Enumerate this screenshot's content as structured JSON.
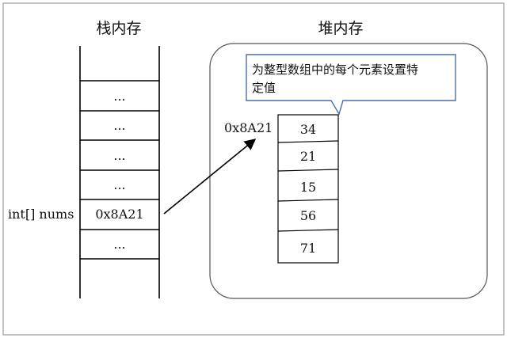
{
  "stack": {
    "title": "栈内存",
    "cells": [
      "...",
      "...",
      "...",
      "...",
      "0x8A21",
      "..."
    ],
    "variable_label": "int[] nums"
  },
  "heap": {
    "title": "堆内存",
    "address_label": "0x8A21",
    "array_values": [
      "34",
      "21",
      "15",
      "56",
      "71"
    ],
    "callout_lines": [
      "为整型数组中的每个元素设置特",
      "定值"
    ]
  },
  "colors": {
    "line": "#000000",
    "heap_border": "#555555",
    "callout_border": "#4a6fa5",
    "frame_border": "#888888"
  }
}
